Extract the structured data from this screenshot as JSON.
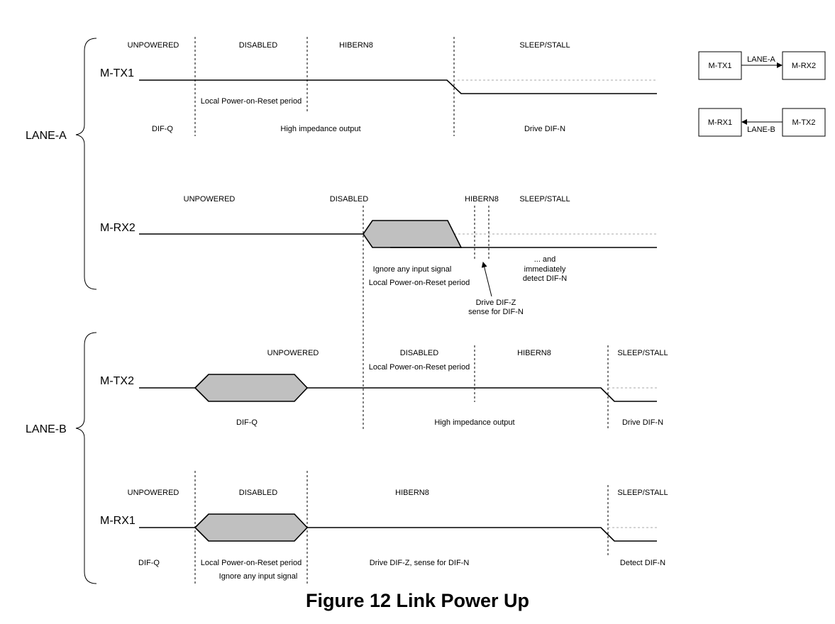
{
  "lanes": {
    "a": "LANE-A",
    "b": "LANE-B"
  },
  "signals": {
    "mtx1": {
      "name": "M-TX1",
      "states": [
        "UNPOWERED",
        "DISABLED",
        "HIBERN8",
        "SLEEP/STALL"
      ],
      "notes": [
        "Local Power-on-Reset period",
        "DIF-Q",
        "High impedance output",
        "Drive DIF-N"
      ]
    },
    "mrx2": {
      "name": "M-RX2",
      "states": [
        "UNPOWERED",
        "DISABLED",
        "HIBERN8",
        "SLEEP/STALL"
      ],
      "notes": [
        "Ignore any input signal",
        "Local Power-on-Reset period",
        "... and",
        "immediately",
        "detect DIF-N",
        "Drive DIF-Z",
        "sense for DIF-N"
      ]
    },
    "mtx2": {
      "name": "M-TX2",
      "states": [
        "UNPOWERED",
        "DISABLED",
        "HIBERN8",
        "SLEEP/STALL"
      ],
      "notes": [
        "Local Power-on-Reset period",
        "DIF-Q",
        "High impedance output",
        "Drive DIF-N"
      ]
    },
    "mrx1": {
      "name": "M-RX1",
      "states": [
        "UNPOWERED",
        "DISABLED",
        "HIBERN8",
        "SLEEP/STALL"
      ],
      "notes": [
        "DIF-Q",
        "Local Power-on-Reset period",
        "Ignore any input signal",
        "Drive DIF-Z, sense for DIF-N",
        "Detect DIF-N"
      ]
    }
  },
  "legend": {
    "mtx1": "M-TX1",
    "mrx2": "M-RX2",
    "lane_a": "LANE-A",
    "mrx1": "M-RX1",
    "mtx2": "M-TX2",
    "lane_b": "LANE-B"
  },
  "caption": "Figure 12 Link Power Up"
}
